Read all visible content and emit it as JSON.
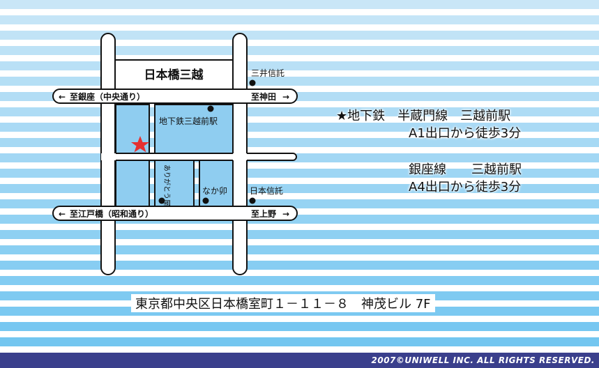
{
  "colors": {
    "stripe_top": "#c9e6f7",
    "stripe_bottom": "#7cc8f2",
    "road": "#ffffff",
    "road_outline": "#111111",
    "block_fill": "#8fcdf0",
    "star": "#e53030",
    "footer": "#3a3f8c"
  },
  "map": {
    "building_main": "日本橋三越",
    "label_mitsui": "三井信託",
    "label_chikatetsu": "地下鉄三越前駅",
    "label_arigatouya": "ありがとう屋",
    "label_nakau": "なか卯",
    "label_nihon_shintaku": "日本信託",
    "arrow_ginza": "至銀座（中央通り）",
    "arrow_kanda": "至神田",
    "arrow_edobashi": "至江戸橋（昭和通り）",
    "arrow_ueno": "至上野",
    "star_icon": "red-star-icon"
  },
  "access": {
    "line1": "★地下鉄　半蔵門線　三越前駅",
    "line2": "A1出口から徒歩3分",
    "line3": "銀座線　　三越前駅",
    "line4": "A4出口から徒歩3分"
  },
  "address": "東京都中央区日本橋室町１－１１－８　神茂ビル 7F",
  "footer": {
    "copyright": "2007©UNIWELL INC. ALL RIGHTS RESERVED."
  }
}
